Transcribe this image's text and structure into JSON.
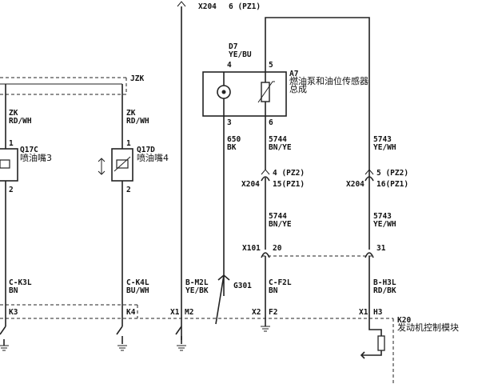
{
  "top_connector": {
    "ref": "X204",
    "pin": "6 (PZ1)"
  },
  "a7": {
    "wire_id": "D7",
    "wire_color": "YE/BU",
    "pin_top_left": "4",
    "pin_top_right": "5",
    "pin_bottom_left": "3",
    "pin_bottom_right": "6",
    "ref": "A7",
    "name_line1": "燃油泵和油位传感器",
    "name_line2": "总成"
  },
  "jzk": {
    "label": "JZK"
  },
  "left_injector": {
    "wire_id": "ZK",
    "wire_color": "RD/WH",
    "pin_top": "1",
    "pin_bottom": "2",
    "ref": "Q17C",
    "name": "喷油嘴3",
    "lower_wire_id": "C-K3L",
    "lower_wire_color": "BN",
    "terminal": "K3"
  },
  "right_injector": {
    "wire_id": "ZK",
    "wire_color": "RD/WH",
    "pin_top": "1",
    "pin_bottom": "2",
    "ref": "Q17D",
    "name": "喷油嘴4",
    "lower_wire_id": "C-K4L",
    "lower_wire_color": "BU/WH",
    "terminal": "K4"
  },
  "ground_wire": {
    "wire_id": "B-M2L",
    "wire_color": "YE/BK",
    "ground_ref": "G301",
    "terminal_ref": "X1",
    "terminal_pin": "M2"
  },
  "wire_650": {
    "wire_id": "650",
    "wire_color": "BK"
  },
  "wire_5744": {
    "wire_id": "5744",
    "wire_color": "BN/YE",
    "conn_pin": "4 (PZ2)",
    "conn_ref": "X204",
    "conn_pin2": "15(PZ1)",
    "wire_id_2": "5744",
    "wire_color_2": "BN/YE",
    "lower_wire_id": "C-F2L",
    "lower_wire_color": "BN",
    "terminal_ref": "X2",
    "terminal_pin": "F2"
  },
  "wire_5743": {
    "wire_id": "5743",
    "wire_color": "YE/WH",
    "conn_pin": "5 (PZ2)",
    "conn_ref": "X204",
    "conn_pin2": "16(PZ1)",
    "wire_id_2": "5743",
    "wire_color_2": "YE/WH",
    "lower_wire_id": "B-H3L",
    "lower_wire_color": "RD/BK",
    "terminal_ref": "X1",
    "terminal_pin": "H3"
  },
  "x101": {
    "ref": "X101",
    "pin_left": "20",
    "pin_right": "31"
  },
  "ecm": {
    "ref": "K20",
    "name": "发动机控制模块"
  }
}
